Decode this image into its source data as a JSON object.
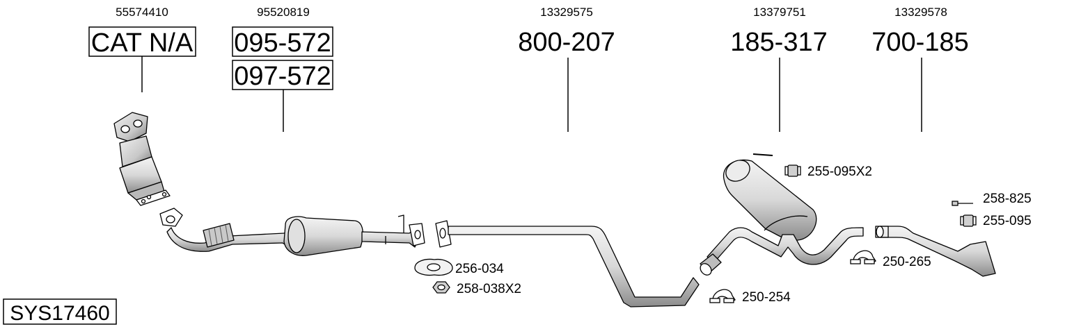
{
  "system_code": "SYS17460",
  "columns": [
    {
      "oe": "55574410",
      "parts": [
        "CAT N/A"
      ],
      "boxed": true
    },
    {
      "oe": "95520819",
      "parts": [
        "095-572",
        "097-572"
      ],
      "boxed": true
    },
    {
      "oe": "13329575",
      "parts": [
        "800-207"
      ],
      "boxed": false
    },
    {
      "oe": "13379751",
      "parts": [
        "185-317"
      ],
      "boxed": false
    },
    {
      "oe": "13329578",
      "parts": [
        "700-185"
      ],
      "boxed": false
    }
  ],
  "accessories": [
    {
      "code": "256-034",
      "icon": "gasket-icon"
    },
    {
      "code": "258-038X2",
      "icon": "nut-icon"
    },
    {
      "code": "250-254",
      "icon": "clamp-icon"
    },
    {
      "code": "255-095X2",
      "icon": "rubber-mount-icon"
    },
    {
      "code": "250-265",
      "icon": "clamp-icon"
    },
    {
      "code": "258-825",
      "icon": "bolt-icon"
    },
    {
      "code": "255-095",
      "icon": "rubber-mount-icon"
    }
  ],
  "colors": {
    "line": "#000000",
    "part_fill": "#e8e8e8",
    "part_shade": "#9a9a9a"
  }
}
